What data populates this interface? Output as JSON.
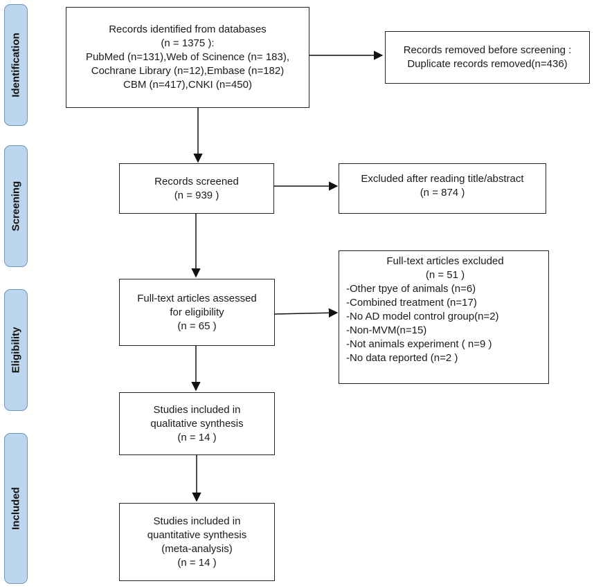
{
  "stages": [
    {
      "id": "identification",
      "label": "Identification"
    },
    {
      "id": "screening",
      "label": "Screening"
    },
    {
      "id": "eligibility",
      "label": "Eligibility"
    },
    {
      "id": "included",
      "label": "Included"
    }
  ],
  "boxes": {
    "identified": {
      "lines": [
        "Records identified from databases",
        "(n = 1375 ):",
        "PubMed  (n=131),Web of Scinence (n= 183),",
        "Cochrane Library (n=12),Embase (n=182)",
        "CBM (n=417),CNKI (n=450)"
      ]
    },
    "removed": {
      "lines": [
        "Records removed before screening :",
        "Duplicate records removed(n=436)"
      ]
    },
    "screened": {
      "lines": [
        "Records screened",
        "(n =  939 )"
      ]
    },
    "excluded_title": {
      "lines": [
        "Excluded after reading title/abstract",
        "(n = 874  )"
      ]
    },
    "fulltext": {
      "lines": [
        "Full-text articles assessed",
        "for eligibility",
        "(n =  65 )"
      ]
    },
    "fulltext_excluded": {
      "title": "Full-text articles excluded",
      "count": "(n = 51 )",
      "reasons": [
        "-Other tpye of animals (n=6)",
        "-Combined treatment (n=17)",
        "-No AD model control group(n=2)",
        "-Non-MVM(n=15)",
        "-Not animals experiment ( n=9 )",
        "-No data reported (n=2 )"
      ]
    },
    "qualitative": {
      "lines": [
        "Studies included in",
        "qualitative synthesis",
        "(n =  14 )"
      ]
    },
    "quantitative": {
      "lines": [
        "Studies included in",
        "quantitative synthesis",
        "(meta-analysis)",
        "(n =  14 )"
      ]
    }
  }
}
